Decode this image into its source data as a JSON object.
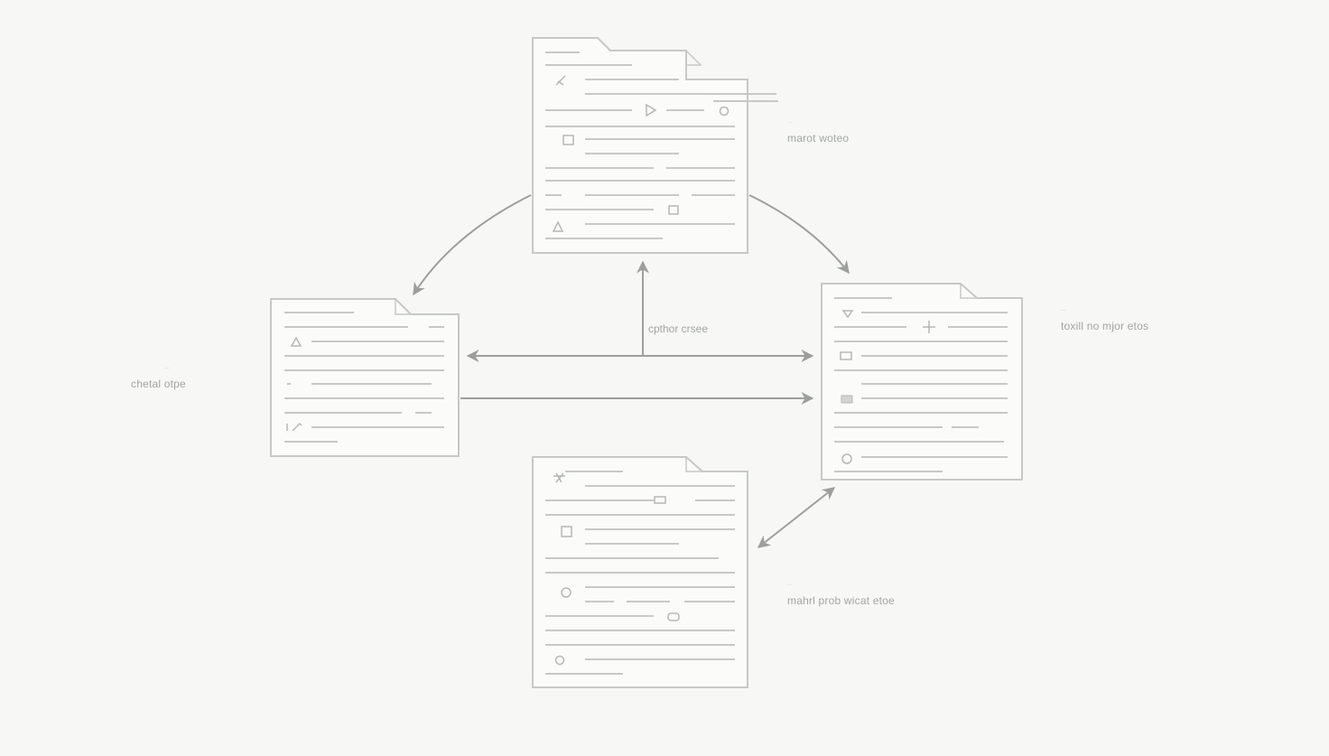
{
  "palette": {
    "background": "#f7f8f6",
    "line": "#c6c9c6",
    "arrow": "#9c9f9c",
    "text": "#a2a6a2"
  },
  "documents": [
    {
      "id": "doc-top",
      "icons": [
        "pen-icon",
        "play-icon",
        "circle-icon",
        "image-icon",
        "camera-icon",
        "user-icon"
      ]
    },
    {
      "id": "doc-left",
      "icons": [
        "triangle-icon",
        "dash-icon",
        "arrow-icon"
      ]
    },
    {
      "id": "doc-right",
      "icons": [
        "heart-icon",
        "plus-icon",
        "link-icon",
        "box-icon",
        "globe-icon"
      ]
    },
    {
      "id": "doc-bottom",
      "icons": [
        "star-icon",
        "tag-icon",
        "square-icon",
        "settings-icon",
        "cloud-icon",
        "clock-icon"
      ]
    }
  ],
  "labels": {
    "top_right": {
      "small": "...",
      "main": "marot woteo"
    },
    "right": {
      "small": "...",
      "main": "toxill no mjor etos"
    },
    "left": {
      "small": "...",
      "main": "chetal otpe"
    },
    "bottom_right": {
      "small": "...",
      "main": "mahrl prob wicat etoe"
    },
    "center": "cpthor crsee"
  }
}
